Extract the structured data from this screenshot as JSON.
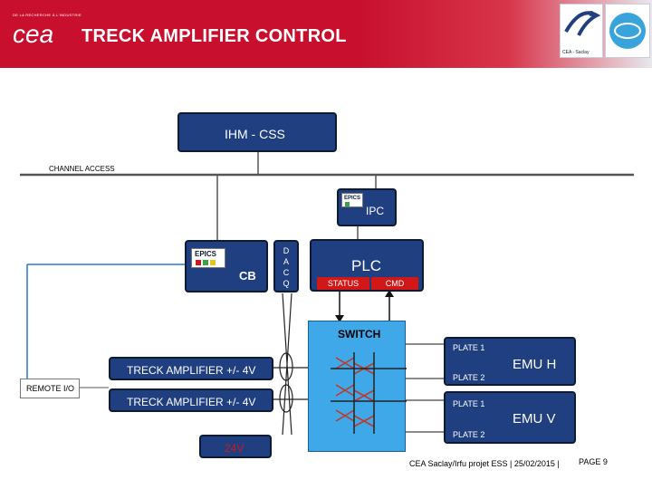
{
  "header": {
    "tagline": "DE LA RECHERCHE À L'INDUSTRIE",
    "org_logo": "cea",
    "title": "TRECK AMPLIFIER CONTROL",
    "partner_logos": [
      "irfu-logo",
      "ess-logo"
    ],
    "irfu_caption": "CEA - Saclay"
  },
  "diagram": {
    "ihm": "IHM - CSS",
    "channel_access": "CHANNEL ACCESS",
    "ipc": "IPC",
    "epics_label": "EPICS",
    "cb": "CB",
    "daq": [
      "D",
      "A",
      "C",
      "Q"
    ],
    "plc": "PLC",
    "status": "STATUS",
    "cmd": "CMD",
    "switch": "SWITCH",
    "amp1": "TRECK AMPLIFIER +/- 4V",
    "amp2": "TRECK AMPLIFIER +/- 4V",
    "remote_io": "REMOTE I/O",
    "power": "24V",
    "emu_h": {
      "name": "EMU H",
      "plate1": "PLATE 1",
      "plate2": "PLATE 2"
    },
    "emu_v": {
      "name": "EMU V",
      "plate1": "PLATE 1",
      "plate2": "PLATE 2"
    }
  },
  "footer": {
    "credit": "CEA Saclay/Irfu projet ESS | 25/02/2015 |",
    "page": "PAGE 9"
  },
  "colors": {
    "banner_red": "#c8102e",
    "box_navy": "#1f3f80",
    "switch_cyan": "#3fa8e8",
    "signal_red": "#d01818",
    "remote_blue": "#2a77c8"
  }
}
